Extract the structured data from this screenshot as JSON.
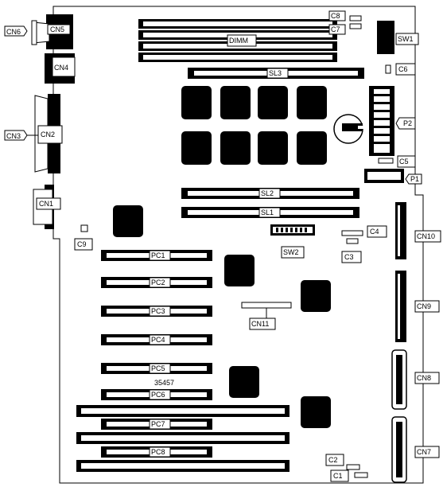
{
  "labels": {
    "cn1": "CN1",
    "cn2": "CN2",
    "cn3": "CN3",
    "cn4": "CN4",
    "cn5": "CN5",
    "cn6": "CN6",
    "cn7": "CN7",
    "cn8": "CN8",
    "cn9": "CN9",
    "cn10": "CN10",
    "cn11": "CN11",
    "c1": "C1",
    "c2": "C2",
    "c3": "C3",
    "c4": "C4",
    "c5": "C5",
    "c6": "C6",
    "c7": "C7",
    "c8": "C8",
    "c9": "C9",
    "sl1": "SL1",
    "sl2": "SL2",
    "sl3": "SL3",
    "pc1": "PC1",
    "pc2": "PC2",
    "pc3": "PC3",
    "pc4": "PC4",
    "pc5": "PC5",
    "pc6": "PC6",
    "pc7": "PC7",
    "pc8": "PC8",
    "p1": "P1",
    "p2": "P2",
    "sw1": "SW1",
    "sw2": "SW2",
    "dimm": "DIMM",
    "code": "35457"
  }
}
